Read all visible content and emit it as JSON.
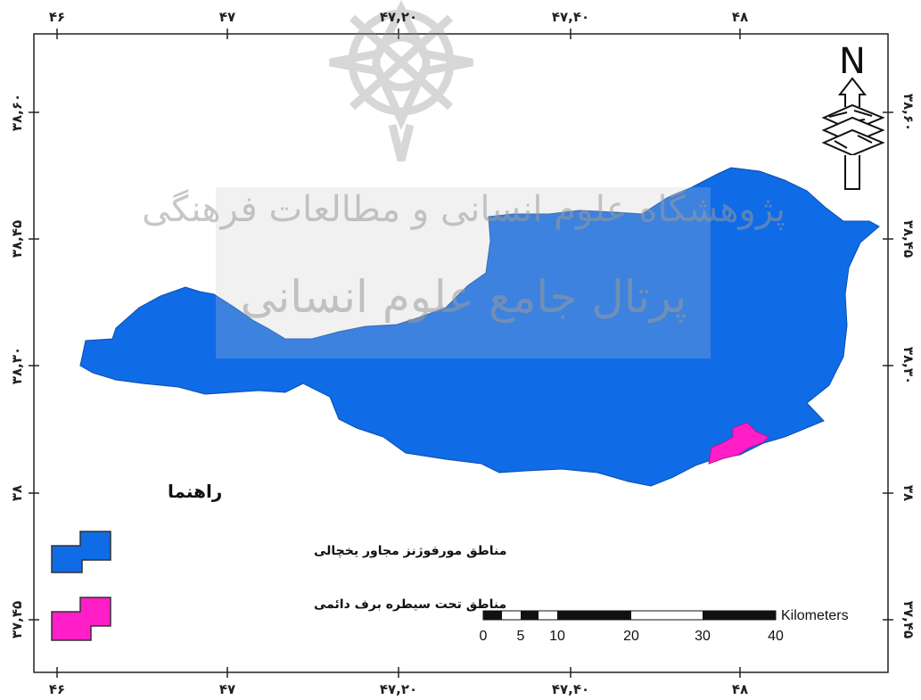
{
  "map": {
    "top_ticks": [
      "۴۶",
      "۴۷",
      "۴۷,۲۰",
      "۴۷,۴۰",
      "۴۸"
    ],
    "bottom_ticks": [
      "۴۶",
      "۴۷",
      "۴۷,۲۰",
      "۴۷,۴۰",
      "۴۸"
    ],
    "left_ticks": [
      "۳۸,۶۰",
      "۳۸,۴۵",
      "۳۸,۳۰",
      "۳۸",
      "۳۷,۴۵"
    ],
    "right_ticks": [
      "۳۸,۶۰",
      "۳۸,۴۵",
      "۳۸,۳۰",
      "۳۸",
      "۳۷,۴۵"
    ],
    "colors": {
      "region": "#0f6be6",
      "snow": "#ff1ec8",
      "frame": "#222222",
      "watermark": "#9a9a9a"
    }
  },
  "legend": {
    "title": "راهنما",
    "items": [
      {
        "label": "مناطق مورفوژنز مجاور یخچالی",
        "color": "#0f6be6"
      },
      {
        "label": "مناطق تحت سیطره برف دائمی",
        "color": "#ff1ec8"
      }
    ]
  },
  "scale_bar": {
    "unit": "Kilometers",
    "labels": [
      "0",
      "5",
      "10",
      "20",
      "30",
      "40"
    ]
  },
  "north_arrow": {
    "letter": "N",
    "icon": "north-arrow-icon"
  },
  "watermark": {
    "line1": "پژوهشگاه علوم انسانی و مطالعات فرهنگی",
    "line2": "پرتال جامع علوم انسانی"
  }
}
